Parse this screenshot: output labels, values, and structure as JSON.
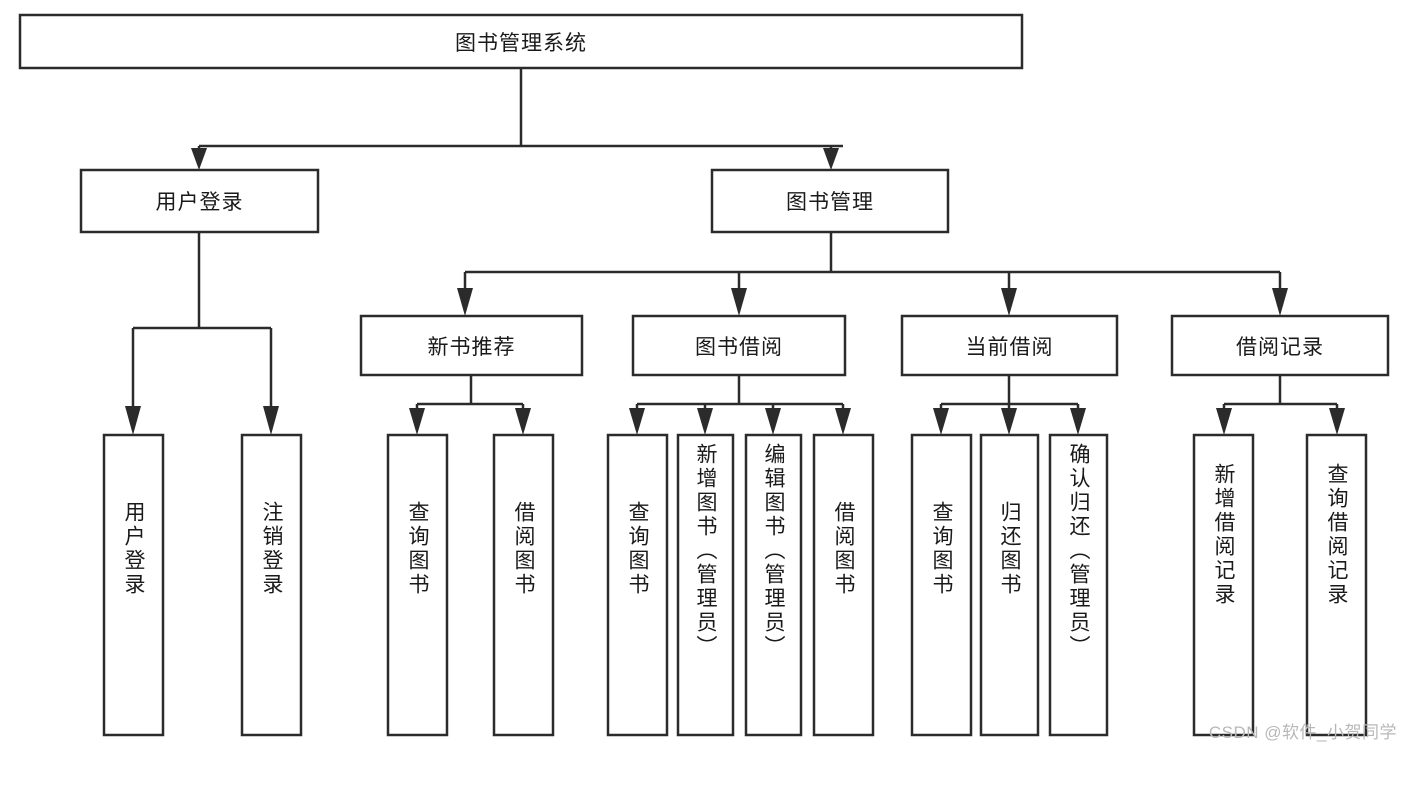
{
  "diagram": {
    "title": "图书管理系统",
    "watermark": "CSDN @软件_小贺同学",
    "colors": {
      "stroke": "#2b2b2b",
      "fill": "#ffffff",
      "text": "#1a1a1a",
      "watermark": "#b8b8b8"
    },
    "root": {
      "label": "图书管理系统"
    },
    "level2": [
      {
        "label": "用户登录"
      },
      {
        "label": "图书管理"
      }
    ],
    "level3": [
      {
        "label": "新书推荐"
      },
      {
        "label": "图书借阅"
      },
      {
        "label": "当前借阅"
      },
      {
        "label": "借阅记录"
      }
    ],
    "leaves": [
      {
        "label": "用户登录",
        "parent": "用户登录"
      },
      {
        "label": "注销登录",
        "parent": "用户登录"
      },
      {
        "label": "查询图书",
        "parent": "新书推荐"
      },
      {
        "label": "借阅图书",
        "parent": "新书推荐"
      },
      {
        "label": "查询图书",
        "parent": "图书借阅"
      },
      {
        "label": "新增图书（管理员）",
        "parent": "图书借阅"
      },
      {
        "label": "编辑图书（管理员）",
        "parent": "图书借阅"
      },
      {
        "label": "借阅图书",
        "parent": "图书借阅"
      },
      {
        "label": "查询图书",
        "parent": "当前借阅"
      },
      {
        "label": "归还图书",
        "parent": "当前借阅"
      },
      {
        "label": "确认归还（管理员）",
        "parent": "当前借阅"
      },
      {
        "label": "新增借阅记录",
        "parent": "借阅记录"
      },
      {
        "label": "查询借阅记录",
        "parent": "借阅记录"
      }
    ]
  }
}
